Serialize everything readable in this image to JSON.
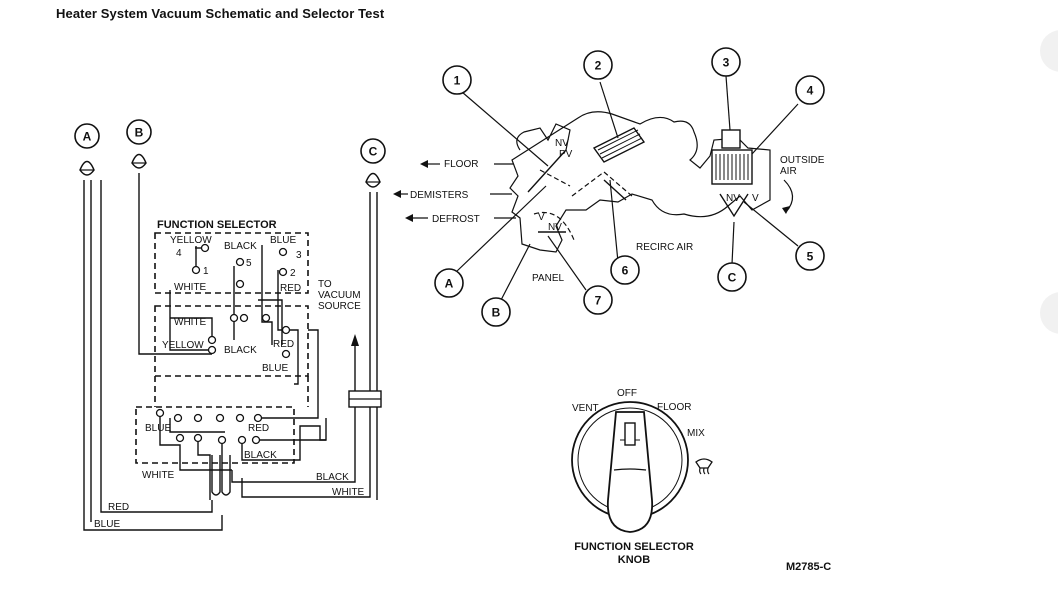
{
  "title": "Heater System Vacuum Schematic and Selector Test",
  "figure_id": "M2785-C",
  "schematic": {
    "heading": "FUNCTION SELECTOR",
    "connectors": [
      "A",
      "B",
      "C"
    ],
    "to_vacuum_source": [
      "TO",
      "VACUUM",
      "SOURCE"
    ],
    "labels": {
      "yellow": "YELLOW",
      "black": "BLACK",
      "blue": "BLUE",
      "white": "WHITE",
      "red": "RED",
      "port4": "4",
      "port5": "5",
      "port3": "3",
      "port1": "1",
      "port2": "2"
    }
  },
  "airflow": {
    "callouts": [
      "1",
      "2",
      "3",
      "4",
      "5",
      "6",
      "7"
    ],
    "letter_callouts": [
      "A",
      "B",
      "C"
    ],
    "floor": "FLOOR",
    "demisters": "DEMISTERS",
    "defrost": "DEFROST",
    "panel": "PANEL",
    "recirc_air": "RECIRC AIR",
    "outside_air": [
      "OUTSIDE",
      "AIR"
    ],
    "nv": "NV",
    "pv": "PV",
    "v": "V"
  },
  "knob": {
    "caption": [
      "FUNCTION SELECTOR",
      "KNOB"
    ],
    "off": "OFF",
    "vent": "VENT",
    "floor": "FLOOR",
    "mix": "MIX"
  }
}
